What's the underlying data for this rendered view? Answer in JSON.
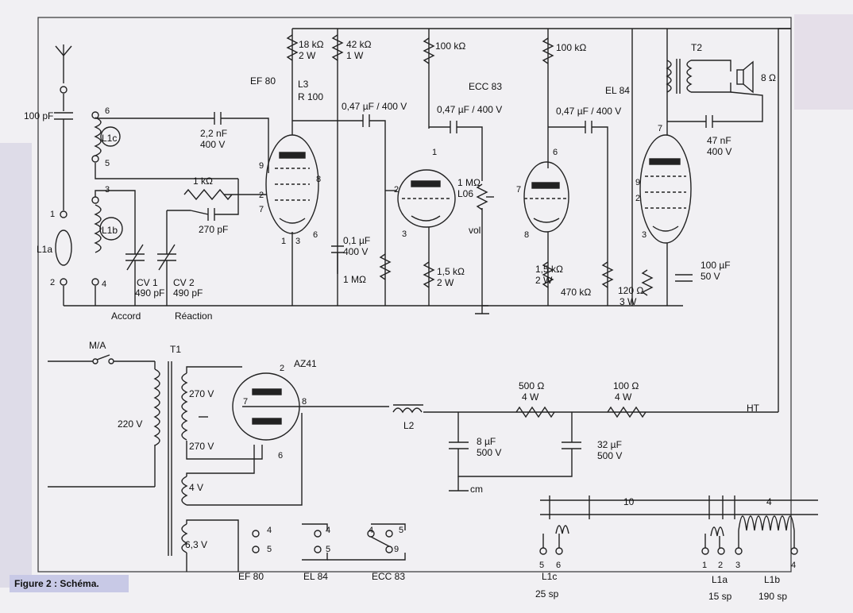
{
  "caption": "Figure 2 : Schéma.",
  "tubes": {
    "ef80": "EF 80",
    "ecc83": "ECC 83",
    "el84": "EL 84",
    "az41": "AZ41"
  },
  "resistors": {
    "r18k": "18 kΩ",
    "r18k_w": "2 W",
    "r42k": "42 kΩ",
    "r42k_w": "1 W",
    "r100k_a": "100 kΩ",
    "r100k_b": "100 kΩ",
    "r1k": "1 kΩ",
    "r1m_a": "1 MΩ",
    "r1m_vol": "1 MΩ",
    "l06": "L06",
    "vol": "vol",
    "r15k_a": "1,5 kΩ",
    "r15k_a_w": "2 W",
    "r15k_b": "1,5 kΩ",
    "r15k_b_w": "2 W",
    "r470k": "470 kΩ",
    "r120": "120 Ω",
    "r120_w": "3 W",
    "r500": "500 Ω",
    "r500_w": "4 W",
    "r100": "100 Ω",
    "r100_w": "4 W",
    "l3": "L3",
    "r100l": "R 100"
  },
  "capacitors": {
    "c100p": "100 pF",
    "c22n": "2,2 nF",
    "c22n_v": "400 V",
    "c270p": "270 pF",
    "cv1": "CV 1",
    "cv1_v": "490 pF",
    "cv2": "CV 2",
    "cv2_v": "490 pF",
    "c047a": "0,47 µF / 400 V",
    "c047b": "0,47 µF / 400 V",
    "c047c": "0,47 µF / 400 V",
    "c01": "0,1 µF",
    "c01_v": "400 V",
    "c47n": "47 nF",
    "c47n_v": "400 V",
    "c100u": "100 µF",
    "c100u_v": "50 V",
    "c8u": "8 µF",
    "c8u_v": "500 V",
    "c32u": "32 µF",
    "c32u_v": "500 V"
  },
  "labels": {
    "l1c": "L1c",
    "l1b": "L1b",
    "l1a": "L1a",
    "accord": "Accord",
    "reaction": "Réaction",
    "t1": "T1",
    "t2": "T2",
    "ma": "M/A",
    "v220": "220 V",
    "v270a": "270 V",
    "v270b": "270 V",
    "v4": "4 V",
    "v63": "6,3 V",
    "l2": "L2",
    "ht": "HT",
    "spk": "8 Ω",
    "cm": "cm",
    "coil10": "10",
    "coil4": "4"
  },
  "pins": {
    "p1": "1",
    "p2": "2",
    "p3": "3",
    "p4": "4",
    "p5": "5",
    "p6": "6",
    "p7": "7",
    "p8": "8",
    "p9": "9"
  },
  "heaters": {
    "ef80": "EF 80",
    "el84": "EL 84",
    "ecc83": "ECC 83"
  },
  "coils": {
    "l1c": "L1c",
    "l1c_sp": "25 sp",
    "l1a": "L1a",
    "l1a_sp": "15 sp",
    "l1b": "L1b",
    "l1b_sp": "190 sp"
  }
}
